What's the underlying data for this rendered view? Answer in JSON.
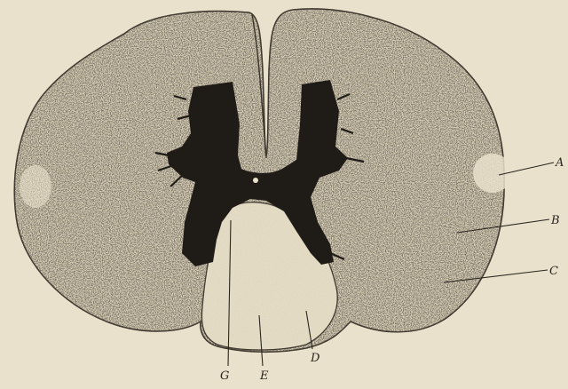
{
  "labels": {
    "a": "A",
    "b": "B",
    "c": "C",
    "g": "G",
    "e": "E",
    "d": "D"
  },
  "colors": {
    "paper": "#e9e1cb",
    "tissue": "#ddd4bb",
    "gray_matter": "#1f1b17",
    "ink": "#2a2620"
  }
}
